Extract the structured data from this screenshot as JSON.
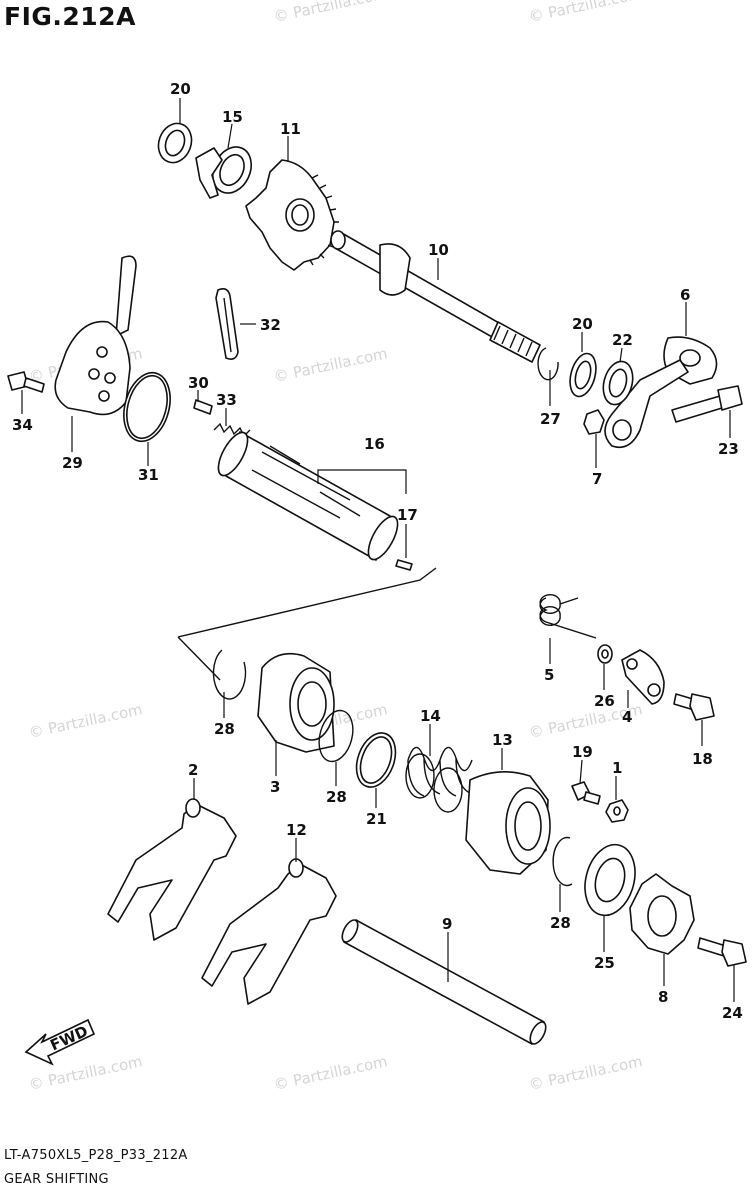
{
  "figure": {
    "title": "FIG.212A",
    "code": "LT-A750XL5_P28_P33_212A",
    "name": "GEAR SHIFTING"
  },
  "watermark": "© Partzilla.com",
  "fwd_label": "FWD",
  "callouts": [
    "20",
    "15",
    "11",
    "10",
    "32",
    "6",
    "20",
    "22",
    "34",
    "30",
    "33",
    "29",
    "31",
    "27",
    "7",
    "23",
    "16",
    "17",
    "5",
    "26",
    "4",
    "18",
    "28",
    "3",
    "14",
    "13",
    "28",
    "21",
    "19",
    "1",
    "2",
    "12",
    "9",
    "28",
    "25",
    "8",
    "24"
  ]
}
